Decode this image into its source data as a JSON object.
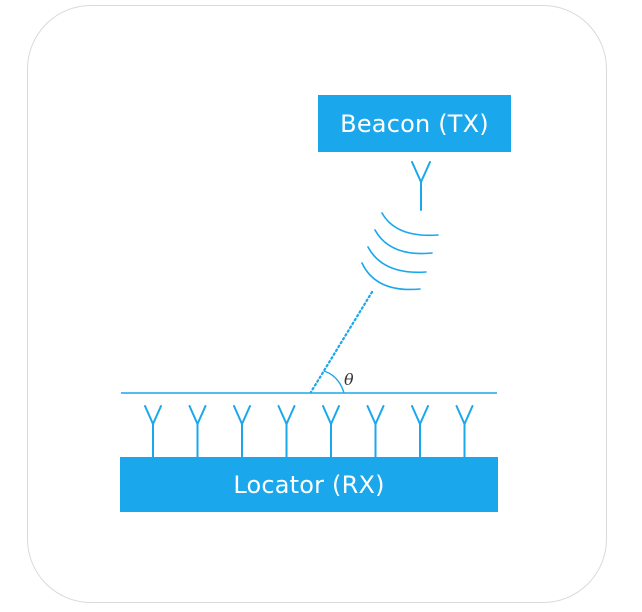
{
  "colors": {
    "accent": "#1aa7ec",
    "frame_border": "#d9d9d9",
    "text_on_accent": "#ffffff"
  },
  "beacon": {
    "label": "Beacon (TX)"
  },
  "locator": {
    "label": "Locator (RX)",
    "antenna_count": 8
  },
  "angle": {
    "symbol": "θ"
  },
  "icons": {
    "antenna": "antenna-icon",
    "signal_waves": "signal-waves-icon"
  }
}
